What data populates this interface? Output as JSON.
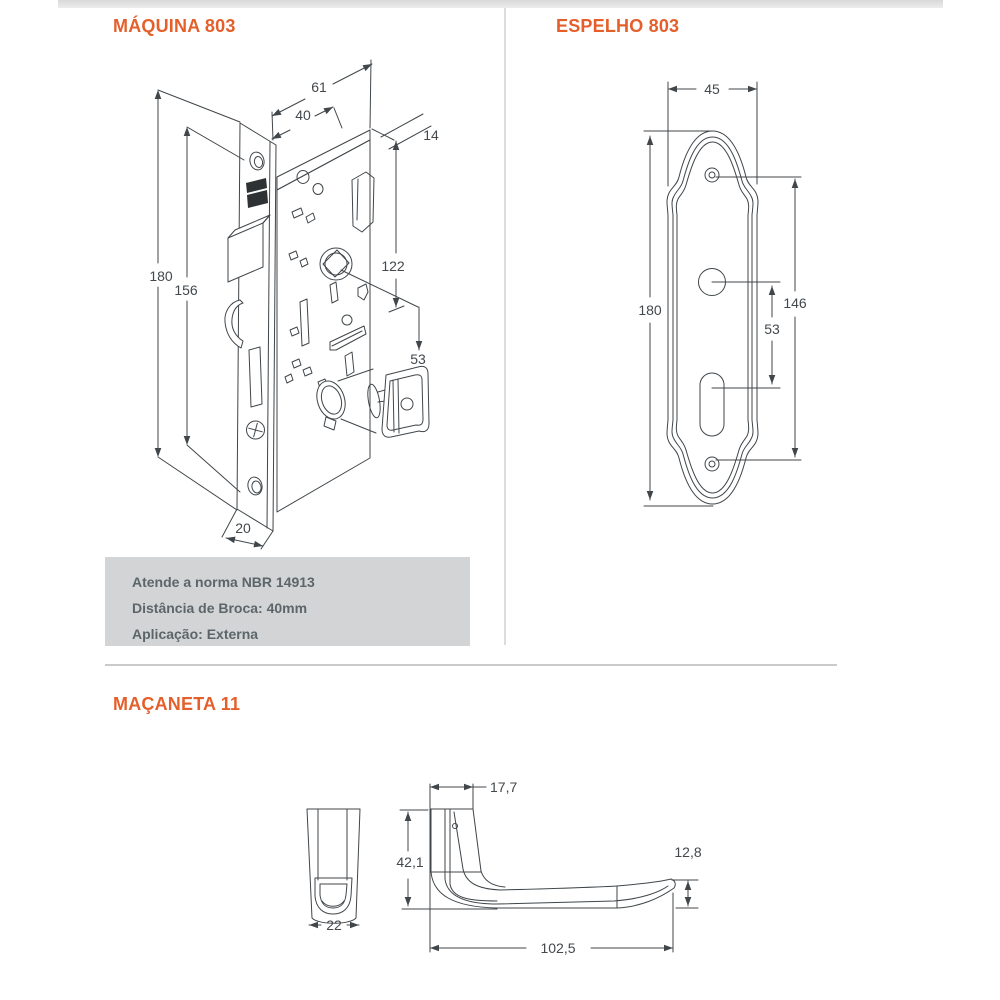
{
  "page": {
    "accent": "#e55f2b",
    "line_color": "#40464a"
  },
  "maquina": {
    "title": "MÁQUINA 803",
    "dims": {
      "d61": "61",
      "d40": "40",
      "d14": "14",
      "d180": "180",
      "d156": "156",
      "d122": "122",
      "d53": "53",
      "d20": "20"
    },
    "notes": [
      "Atende a norma NBR 14913",
      "Distância de Broca: 40mm",
      "Aplicação: Externa"
    ]
  },
  "espelho": {
    "title": "ESPELHO 803",
    "dims": {
      "d45": "45",
      "d180": "180",
      "d146": "146",
      "d53": "53"
    }
  },
  "macaneta": {
    "title": "MAÇANETA 11",
    "dims": {
      "d17_7": "17,7",
      "d42_1": "42,1",
      "d12_8": "12,8",
      "d102_5": "102,5",
      "d22": "22"
    }
  }
}
